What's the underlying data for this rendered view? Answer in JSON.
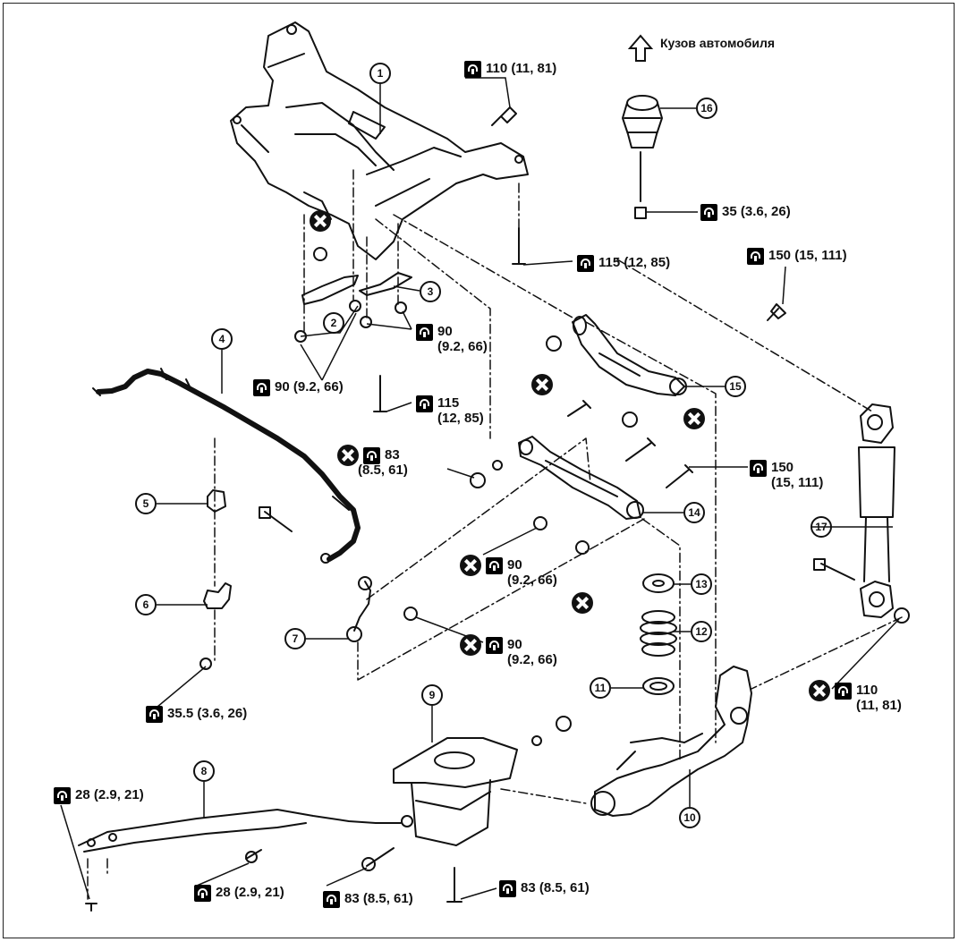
{
  "body_label": "Кузов автомобиля",
  "callouts": [
    "1",
    "2",
    "3",
    "4",
    "5",
    "6",
    "7",
    "8",
    "9",
    "10",
    "11",
    "12",
    "13",
    "14",
    "15",
    "16",
    "17"
  ],
  "torques": {
    "t110_top": {
      "val": "110 (11, 81)"
    },
    "t35_bumper": {
      "val": "35 (3.6, 26)"
    },
    "t115_rear": {
      "val": "115 (12, 85)"
    },
    "t150_upper": {
      "val": "150 (15, 111)"
    },
    "t90_bracket": {
      "val": "90",
      "sub": "(9.2, 66)"
    },
    "t90_clamp": {
      "val": "90 (9.2, 66)"
    },
    "t115_front": {
      "val": "115",
      "sub": "(12, 85)"
    },
    "t83_link": {
      "val": "83",
      "sub": "(8.5, 61)"
    },
    "t150_lower": {
      "val": "150",
      "sub": "(15, 111)"
    },
    "t90_lower": {
      "val": "90",
      "sub": "(9.2, 66)"
    },
    "t90_stab": {
      "val": "90",
      "sub": "(9.2, 66)"
    },
    "t35_5": {
      "val": "35.5 (3.6, 26)"
    },
    "t110_shock": {
      "val": "110",
      "sub": "(11, 81)"
    },
    "t28_left": {
      "val": "28 (2.9, 21)"
    },
    "t28_mid": {
      "val": "28 (2.9, 21)"
    },
    "t83_bolt": {
      "val": "83 (8.5, 61)"
    },
    "t83_stud": {
      "val": "83 (8.5, 61)"
    }
  }
}
